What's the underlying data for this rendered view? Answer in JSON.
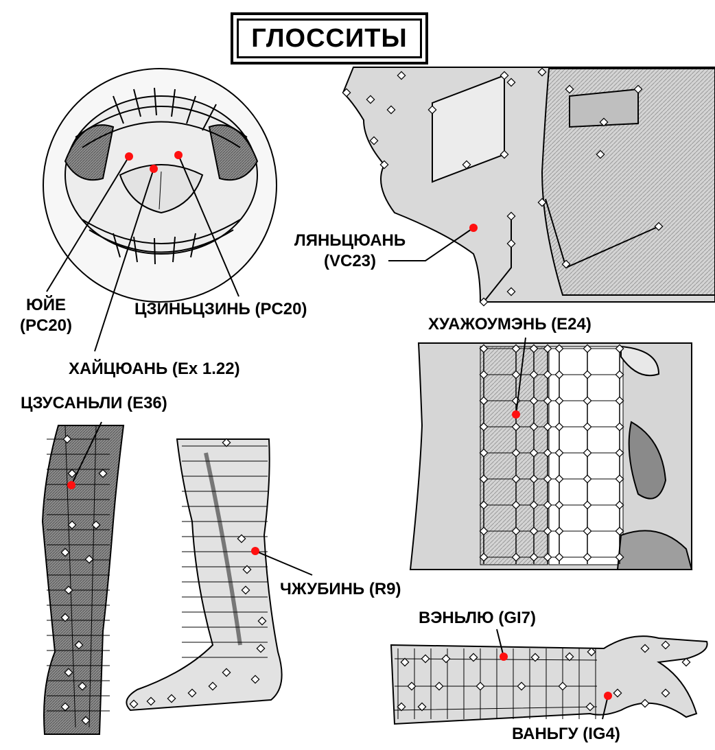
{
  "title": "ГЛОССИТЫ",
  "colors": {
    "point": "#ff1010",
    "line": "#000000",
    "paper": "#ffffff",
    "shade": "#bdbdbd"
  },
  "labels": {
    "yuye_name": "ЮЙЕ",
    "yuye_code": "(PC20)",
    "jinjin": "ЦЗИНЬЦЗИНЬ (PC20)",
    "haiquan": "ХАЙЦЮАНЬ (Ex 1.22)",
    "lianquan_name": "ЛЯНЬЦЮАНЬ",
    "lianquan_code": "(VC23)",
    "huarouman": "ХУАЖОУМЭНЬ (E24)",
    "zusanli": "ЦЗУСАНЬЛИ (E36)",
    "zhubin": "ЧЖУБИНЬ (R9)",
    "wenliu": "ВЭНЬЛЮ (GI7)",
    "wangu": "ВАНЬГУ (IG4)"
  }
}
